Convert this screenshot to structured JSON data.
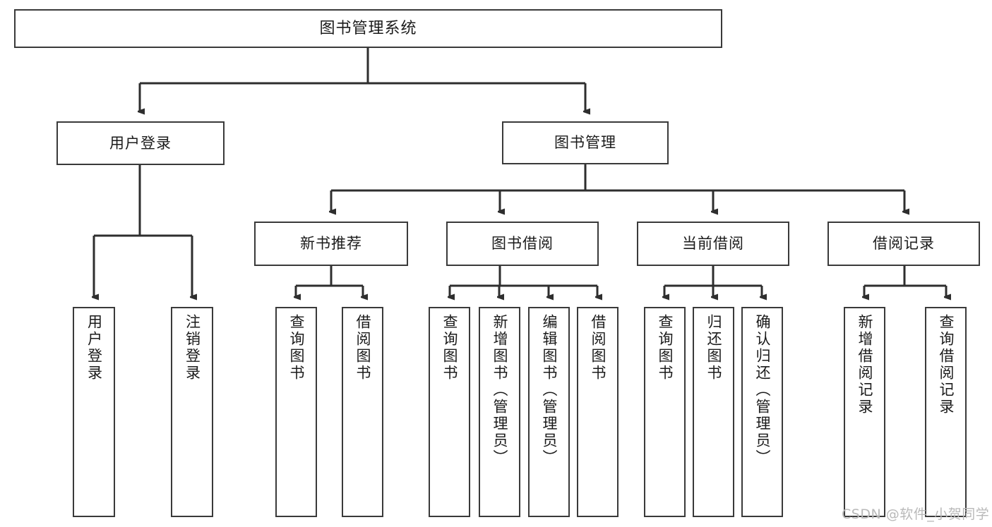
{
  "diagram": {
    "title": "图书管理系统",
    "root": {
      "label": "图书管理系统"
    },
    "level1": [
      {
        "label": "用户登录"
      },
      {
        "label": "图书管理"
      }
    ],
    "level2": [
      {
        "label": "新书推荐"
      },
      {
        "label": "图书借阅"
      },
      {
        "label": "当前借阅"
      },
      {
        "label": "借阅记录"
      }
    ],
    "leaves": {
      "user_login": [
        {
          "label": "用户登录"
        },
        {
          "label": "注销登录"
        }
      ],
      "new_book_recommend": [
        {
          "label": "查询图书"
        },
        {
          "label": "借阅图书"
        }
      ],
      "book_borrow": [
        {
          "label": "查询图书"
        },
        {
          "label": "新增图书（管理员）"
        },
        {
          "label": "编辑图书（管理员）"
        },
        {
          "label": "借阅图书"
        }
      ],
      "current_borrow": [
        {
          "label": "查询图书"
        },
        {
          "label": "归还图书"
        },
        {
          "label": "确认归还（管理员）"
        }
      ],
      "borrow_record": [
        {
          "label": "新增借阅记录"
        },
        {
          "label": "查询借阅记录"
        }
      ]
    }
  },
  "watermark": {
    "text": "CSDN @软件_小贺同学"
  },
  "colors": {
    "border": "#3a3a3a",
    "text": "#1b1b1b",
    "background": "#ffffff",
    "watermark": "#b9b9b9"
  }
}
